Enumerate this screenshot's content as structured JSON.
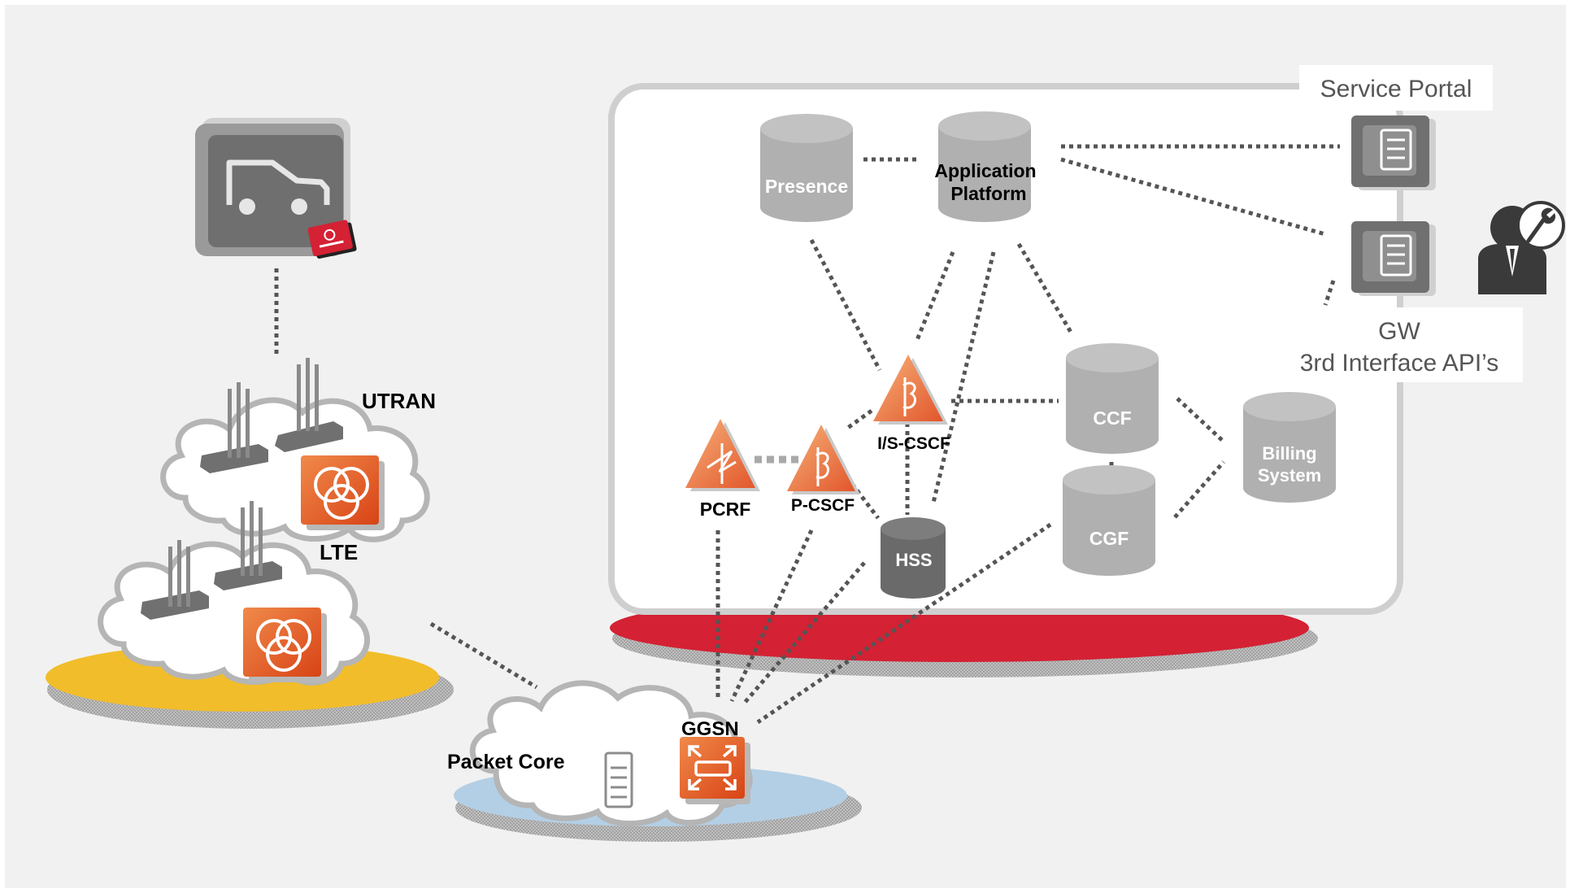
{
  "labels": {
    "utran": "UTRAN",
    "lte": "LTE",
    "packet_core": "Packet Core",
    "ggsn": "GGSN",
    "presence": "Presence",
    "application_platform_1": "Application",
    "application_platform_2": "Platform",
    "ccf": "CCF",
    "cgf": "CGF",
    "hss": "HSS",
    "billing_1": "Billing",
    "billing_2": "System",
    "pcrf": "PCRF",
    "p_cscf": "P-CSCF",
    "is_cscf": "I/S-CSCF",
    "service_portal": "Service Portal",
    "gw_1": "GW",
    "gw_2": "3rd Interface API’s"
  },
  "colors": {
    "background": "#f1f1f1",
    "panel_fill": "#ffffff",
    "panel_stroke": "#cfcfcf",
    "database_grey": "#b3b3b3",
    "database_dark": "#6e6e6e",
    "ims_red": "#d42134",
    "access_yellow": "#f1bd2b",
    "core_blue": "#b3cfe5",
    "orange": "#e8531f",
    "dotted_line": "#555555"
  },
  "icons": {
    "vehicle_device": "car-icon",
    "sim_card": "sim-card-icon",
    "base_station": "antenna-icon",
    "enodeb": "radio-node-icon",
    "router": "router-icon",
    "server": "server-icon",
    "ims_node": "ims-node-icon",
    "gateway": "gateway-server-icon",
    "operator": "operator-person-icon",
    "wrench": "wrench-icon"
  }
}
